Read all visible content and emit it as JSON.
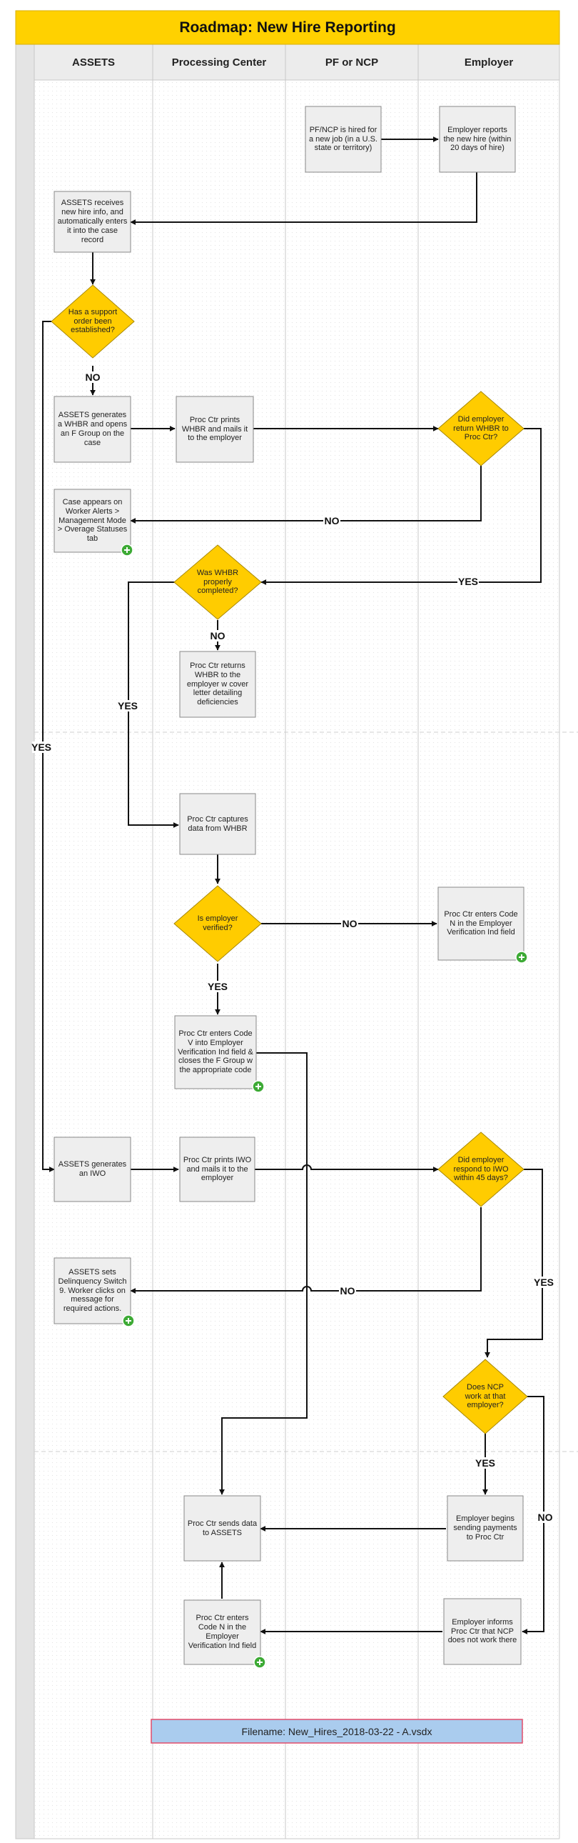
{
  "title": "Roadmap:  New Hire Reporting",
  "lanes": [
    "ASSETS",
    "Processing Center",
    "PF or NCP",
    "Employer"
  ],
  "boxes": {
    "pf_hired": "PF/NCP is hired for a new job (in a U.S. state or territory)",
    "emp_reports": "Employer reports the new hire (within 20 days of hire)",
    "assets_receives": "ASSETS receives new hire info, and automatically enters it into the case record",
    "assets_whbr": "ASSETS generates a WHBR and opens an F Group on the case",
    "proc_prints_whbr": "Proc Ctr prints WHBR and mails it to the employer",
    "case_appears": "Case appears on Worker Alerts > Management Mode > Overage Statuses tab",
    "proc_returns": "Proc Ctr returns WHBR to the employer w cover letter detailing deficiencies",
    "proc_captures": "Proc Ctr captures data from WHBR",
    "proc_code_n_emp": "Proc Ctr enters Code N in the Employer Verification Ind field",
    "proc_code_v": "Proc Ctr enters Code V into Employer Verification Ind field & closes the F Group w the appropriate code",
    "assets_iwo": "ASSETS generates an IWO",
    "proc_prints_iwo": "Proc Ctr prints IWO and mails it to the employer",
    "assets_delinq": "ASSETS sets Delinquency Switch 9. Worker clicks on message for required actions.",
    "proc_sends": "Proc Ctr sends data to ASSETS",
    "emp_begins": "Employer begins sending payments to Proc Ctr",
    "proc_code_n_bottom": "Proc Ctr enters Code N in the Employer Verification Ind field",
    "emp_informs": "Employer informs Proc Ctr that NCP does not work there"
  },
  "decisions": {
    "support_order": "Has a support order been established?",
    "emp_return_whbr": "Did employer return WHBR to Proc Ctr?",
    "whbr_complete": "Was WHBR properly completed?",
    "emp_verified": "Is employer verified?",
    "emp_respond_iwo": "Did employer respond to IWO within 45 days?",
    "ncp_work": "Does NCP work at that employer?"
  },
  "labels": {
    "no": "NO",
    "yes": "YES"
  },
  "filename": "Filename:  New_Hires_2018-03-22 - A.vsdx",
  "colors": {
    "title_bg": "#FFD100",
    "decision": "#FFCC00",
    "box": "#EEEEEE",
    "plus": "#3DAA35",
    "filename_bg": "#AACCEE",
    "filename_border": "#E24C6A"
  }
}
